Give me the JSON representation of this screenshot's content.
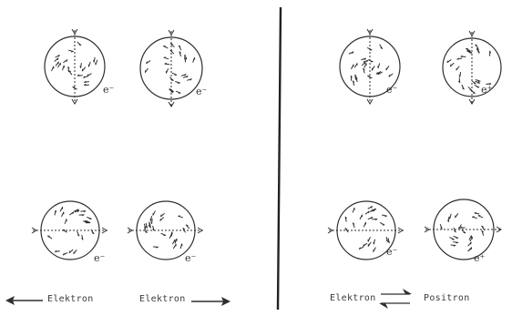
{
  "particles": {
    "top_left_1": "e⁻",
    "top_left_2": "e⁻",
    "top_right_1": "e⁻",
    "top_right_2": "e⁺",
    "bottom_left_1": "e⁻",
    "bottom_left_2": "e⁻",
    "bottom_right_1": "e⁻",
    "bottom_right_2": "e⁺"
  },
  "captions": {
    "left_arrow_label": "Elektron",
    "right_arrow_label": "Elektron",
    "exchange_left": "Elektron",
    "exchange_right": "Positron"
  },
  "colors": {
    "ink": "#2e2e2e",
    "background": "#ffffff"
  }
}
